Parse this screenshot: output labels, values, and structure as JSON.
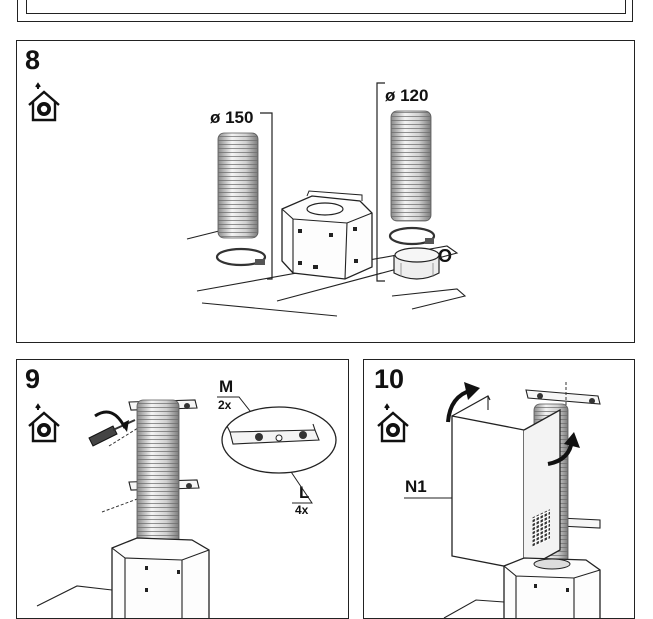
{
  "steps": [
    {
      "number": "8",
      "labels": {
        "diameter_large": "ø 150",
        "diameter_small": "ø 120",
        "part_o": "O"
      },
      "icon": "house-vent-icon"
    },
    {
      "number": "9",
      "labels": {
        "part_m": "M",
        "qty_m": "2x",
        "part_l": "L",
        "qty_l": "4x"
      },
      "icon": "house-vent-icon"
    },
    {
      "number": "10",
      "labels": {
        "part_n1": "N1"
      },
      "icon": "house-vent-icon"
    }
  ],
  "colors": {
    "line": "#222222",
    "hose_light": "#f2f2f2",
    "hose_dark": "#9a9a9a"
  }
}
